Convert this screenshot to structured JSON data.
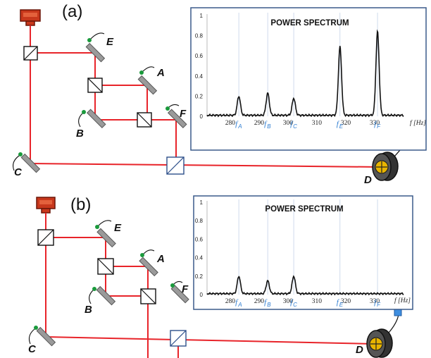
{
  "panels": [
    {
      "id": "a",
      "label": "(a)",
      "mirror_labels": {
        "A": "A",
        "B": "B",
        "C": "C",
        "D": "D",
        "E": "E",
        "F": "F"
      },
      "chart": {
        "title": "POWER SPECTRUM",
        "xunit": "f [Hz]",
        "yticks": [
          "0",
          "0.2",
          "0.4",
          "0.6",
          "0.8",
          "1"
        ],
        "xticks": [
          "280",
          "290",
          "300",
          "310",
          "320",
          "330"
        ],
        "freq_labels": [
          {
            "f": "f",
            "sub": "A",
            "x": 283
          },
          {
            "f": "f",
            "sub": "B",
            "x": 293
          },
          {
            "f": "f",
            "sub": "C",
            "x": 302
          },
          {
            "f": "f",
            "sub": "E",
            "x": 318
          },
          {
            "f": "f",
            "sub": "F",
            "x": 331
          }
        ]
      }
    },
    {
      "id": "b",
      "label": "(b)",
      "mirror_labels": {
        "A": "A",
        "B": "B",
        "C": "C",
        "D": "D",
        "E": "E",
        "F": "F"
      },
      "chart": {
        "title": "POWER SPECTRUM",
        "xunit": "f [Hz]",
        "yticks": [
          "0",
          "0.2",
          "0.4",
          "0.6",
          "0.8",
          "1"
        ],
        "xticks": [
          "280",
          "290",
          "300",
          "310",
          "320",
          "330"
        ],
        "freq_labels": [
          {
            "f": "f",
            "sub": "A",
            "x": 283
          },
          {
            "f": "f",
            "sub": "B",
            "x": 293
          },
          {
            "f": "f",
            "sub": "C",
            "x": 302
          },
          {
            "f": "f",
            "sub": "E",
            "x": 318
          },
          {
            "f": "f",
            "sub": "F",
            "x": 331
          }
        ]
      }
    }
  ],
  "chart_data": [
    {
      "type": "line",
      "title": "POWER SPECTRUM",
      "xlabel": "f [Hz]",
      "ylabel": "",
      "xlim": [
        272,
        340
      ],
      "ylim": [
        0,
        1
      ],
      "grid_x": [
        283,
        293,
        302,
        318,
        331
      ],
      "baseline": 0.01,
      "peaks": [
        {
          "x": 283,
          "y": 0.2
        },
        {
          "x": 293,
          "y": 0.23
        },
        {
          "x": 302,
          "y": 0.18
        },
        {
          "x": 318,
          "y": 0.69
        },
        {
          "x": 331,
          "y": 0.84
        }
      ]
    },
    {
      "type": "line",
      "title": "POWER SPECTRUM",
      "xlabel": "f [Hz]",
      "ylabel": "",
      "xlim": [
        272,
        340
      ],
      "ylim": [
        0,
        1
      ],
      "grid_x": [
        283,
        293,
        302,
        318,
        331
      ],
      "baseline": 0.01,
      "peaks": [
        {
          "x": 283,
          "y": 0.2
        },
        {
          "x": 293,
          "y": 0.15
        },
        {
          "x": 302,
          "y": 0.2
        }
      ]
    }
  ]
}
